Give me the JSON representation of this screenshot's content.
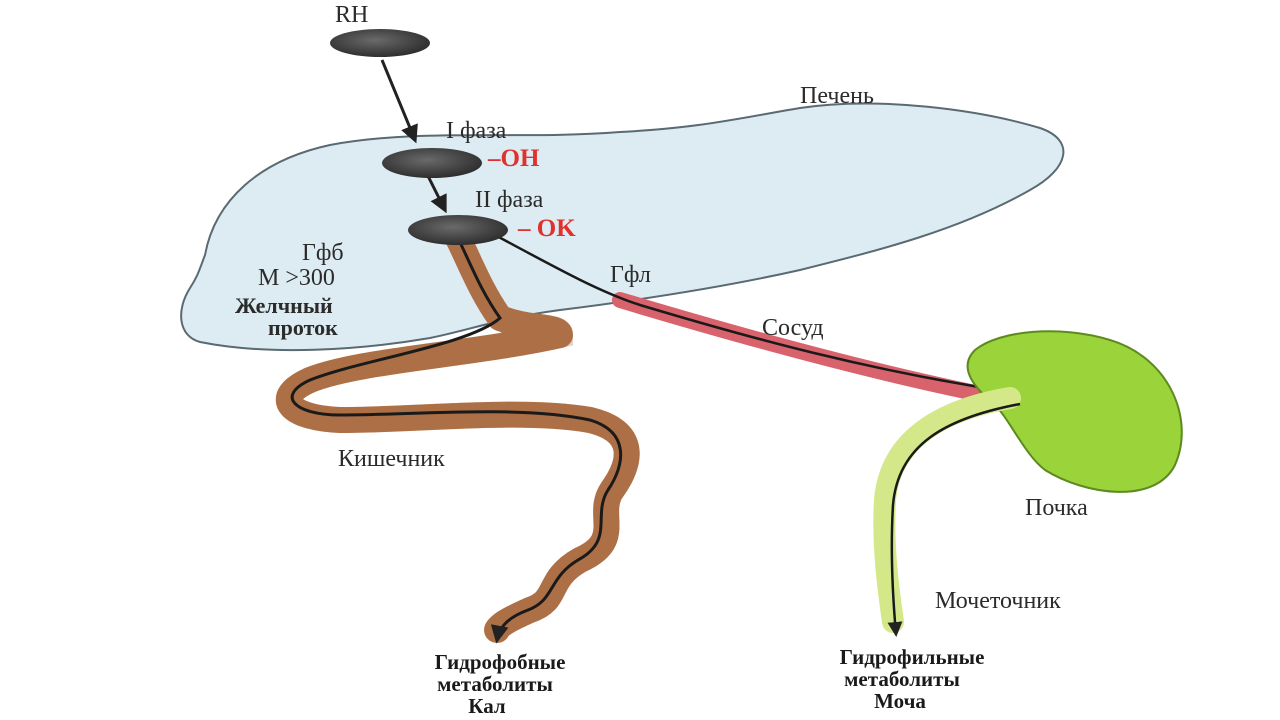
{
  "labels": {
    "rh": "RH",
    "liver": "Печень",
    "phase1": "I фаза",
    "oh": "–OH",
    "phase2": "II фаза",
    "ok": "– OK",
    "gfb": "Гфб",
    "mass": "M >300",
    "bile_duct_1": "Желчный",
    "bile_duct_2": "проток",
    "gfl": "Гфл",
    "vessel": "Сосуд",
    "intestine": "Кишечник",
    "kidney": "Почка",
    "ureter": "Мочеточник",
    "hydrophobic_1": "Гидрофобные",
    "hydrophobic_2": "метаболиты",
    "hydrophobic_3": "Кал",
    "hydrophilic_1": "Гидрофильные",
    "hydrophilic_2": "метаболиты",
    "hydrophilic_3": "Моча"
  },
  "colors": {
    "liver_fill": "#dcecf2",
    "liver_stroke": "#5a6a72",
    "intestine": "#b97a4e",
    "vessel": "#e9707a",
    "kidney": "#9ad33a",
    "ureter": "#d4e88a",
    "node": "#3c3c3c",
    "accent_red": "#e0312f"
  }
}
